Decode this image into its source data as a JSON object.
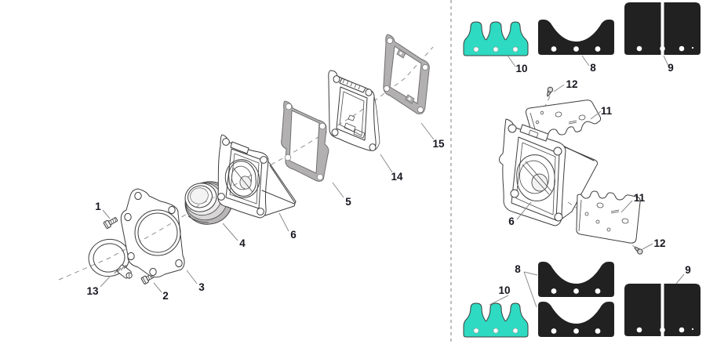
{
  "callout_labels": {
    "screw_1": "1",
    "bolt_2": "2",
    "mount_plate_3": "3",
    "rubber_sleeve_4": "4",
    "gasket_5": "5",
    "reed_valve_body_6": "6",
    "reed_stop_plate_8": "8",
    "reed_petals_9": "9",
    "reed_stopper_10": "10",
    "reed_stop_11": "11",
    "screw_12": "12",
    "hose_clamp_13": "13",
    "valve_cage_14": "14",
    "gasket_15": "15"
  },
  "colors": {
    "teal": "#2edac1",
    "part_black": "#212121",
    "gasket_gray": "#b2b0b0",
    "label_ink": "#16161f"
  }
}
